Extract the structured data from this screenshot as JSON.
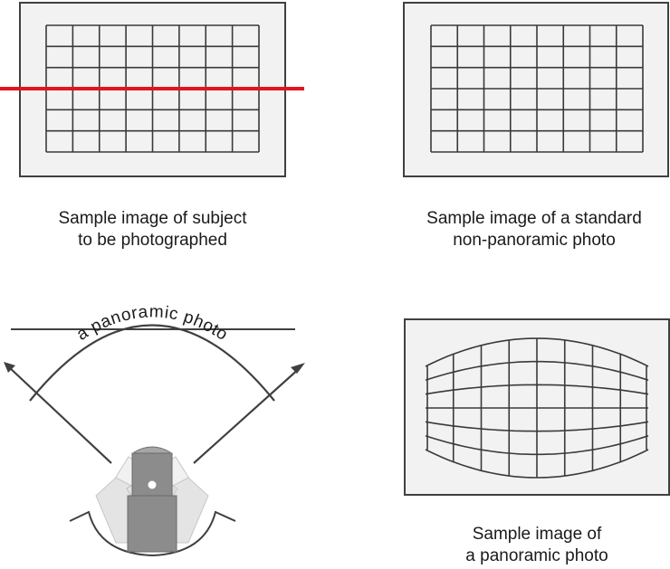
{
  "captions": {
    "subject": {
      "line1": "Sample image of subject",
      "line2": "to be photographed"
    },
    "standard": {
      "line1": "Sample image of a standard",
      "line2": "non-panoramic photo"
    },
    "panoramic": {
      "line1": "Sample image of",
      "line2": "a panoramic photo"
    }
  },
  "arc_label": "a panoramic photo",
  "colors": {
    "frame_fill": "#f2f2f2",
    "stroke": "#404040",
    "grid": "#3a3a3a",
    "red_line": "#e3151b",
    "camera_dark": "#8c8c8c",
    "camera_light": "#d9d9d9"
  }
}
